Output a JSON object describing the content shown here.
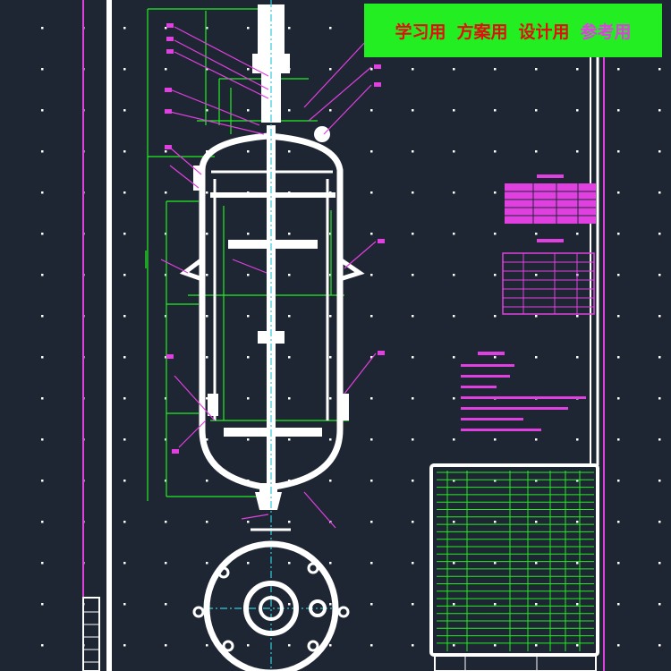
{
  "banner": {
    "labels": [
      {
        "text": "学习用",
        "color": "#e01010"
      },
      {
        "text": "方案用",
        "color": "#e01010"
      },
      {
        "text": "设计用",
        "color": "#e01010"
      },
      {
        "text": "参考用",
        "color": "#e040e0"
      }
    ]
  },
  "colors": {
    "background": "#1f2633",
    "outline": "#ffffff",
    "dimension": "#22ee22",
    "leader": "#e040e0",
    "centerline": "#33ccdd",
    "table": "#22ee22"
  }
}
